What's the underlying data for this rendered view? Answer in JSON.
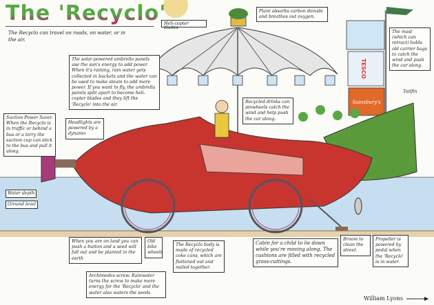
{
  "title": "The 'Recyclo'",
  "subtitle": "The Recyclo can travel on roads, on water, or in the air.",
  "labels": {
    "helicopter_blades": "Heli-copter blades",
    "plant": "Plant absorbs carbon dioxide and breathes out oxygen.",
    "mast": "The mast (which can retract) holds old carrier bags to catch the wind and push the car along.",
    "tailfin": "Tailfin",
    "solar": "The solar-powered umbrella panels use the sun's energy to add power. When it's raining, rain water gets collected in buckets and the water can be used to make steam to add more power. If you want to fly, the umbrella panels split apart to become heli-copter blades and they lift the 'Recyclo' into the air.",
    "headlights": "Headlights are powered by a dynamo",
    "suction": "Suction Power Saver. When the Recyclo is in traffic or behind a bus or a lorry the suction cup can stick to the bus and pull it along.",
    "drinks": "Recycled drinks can pinwheels catch the wind and help push the car along.",
    "water_depth": "Water depth",
    "ground_level": "Ground level",
    "land": "When you are on land you can push a button and a seed will fall out and be planted in the earth",
    "bike_wheels": "Old bike wheels",
    "archimedes": "Archimedes screw. Rainwater turns the screw to make more energy for the 'Recyclo' and the water also waters the seeds",
    "body": "The Recyclo body is made of recycled coke cans, which are flattened out and nailed together.",
    "cabin": "Cabin for a child to lie down while you're moving along. The cushions are filled with recycled grass-cuttings.",
    "broom": "Broom to clean the street.",
    "propeller": "Propeller is powered by pedal when the 'Recyclo' is in water."
  },
  "bag_text": {
    "tesco": "TESCO",
    "sainsburys": "Sainsbury's"
  },
  "signature": "William Lyons",
  "colors": {
    "body": "#c8352e",
    "tail": "#5a9a3a",
    "water": "#bcd7ec",
    "ground": "#e4d2ae",
    "title_green": "#5aa748",
    "title_pink": "#b0336e"
  }
}
